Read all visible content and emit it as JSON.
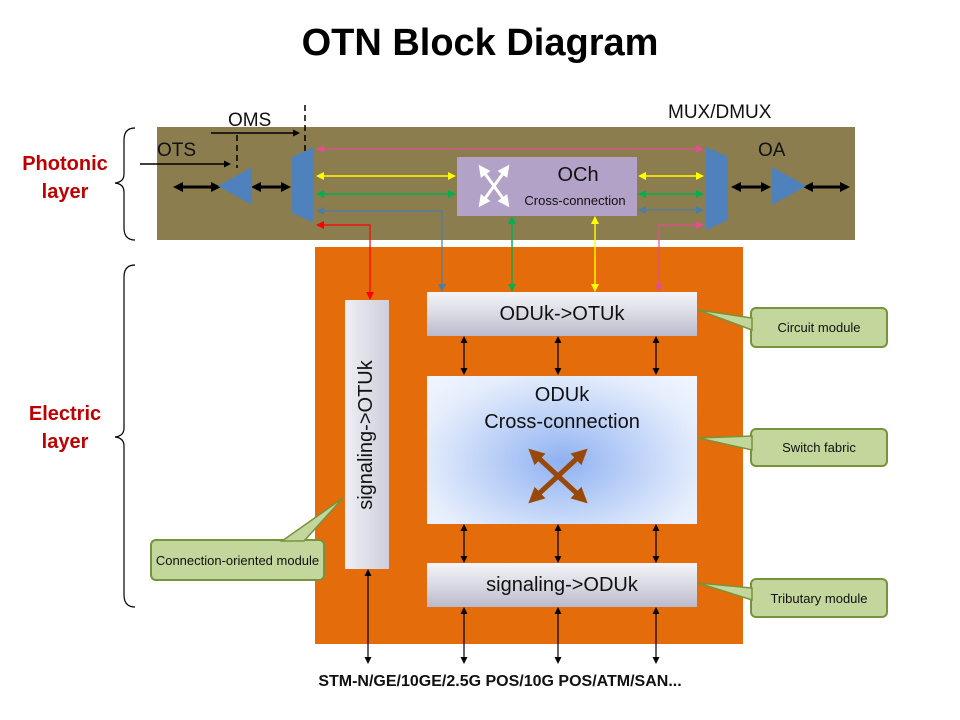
{
  "title": "OTN Block Diagram",
  "layers": {
    "photonic": "Photonic layer",
    "electric": "Electric layer"
  },
  "labels": {
    "oms": "OMS",
    "ots": "OTS",
    "mux_dmux": "MUX/DMUX",
    "oa": "OA",
    "och": "OCh",
    "och_sub": "Cross-connection",
    "oduk_otuk": "ODUk->OTUk",
    "oduk_cross_line1": "ODUk",
    "oduk_cross_line2": "Cross-connection",
    "signaling_oduk": "signaling->ODUk",
    "signaling_otuk": "signaling->OTUk",
    "bottom": "STM-N/GE/10GE/2.5G POS/10G POS/ATM/SAN..."
  },
  "callouts": {
    "circuit": "Circuit module",
    "switch": "Switch fabric",
    "tributary": "Tributary module",
    "connection": "Connection-oriented module"
  },
  "colors": {
    "photonic_band": "#8b7d4e",
    "electric_box": "#e46c0a",
    "och_block": "#b3a2c7",
    "layer_label": "#c00000",
    "callout_fill": "#c3d69b",
    "callout_border": "#77933c",
    "mux_blue": "#4f81bd",
    "line_magenta": "#e0508c",
    "line_yellow": "#ffff00",
    "line_green": "#00b050",
    "line_red": "#ff0000",
    "line_steel": "#4a7ea8",
    "cross_arrow": "#984807"
  }
}
